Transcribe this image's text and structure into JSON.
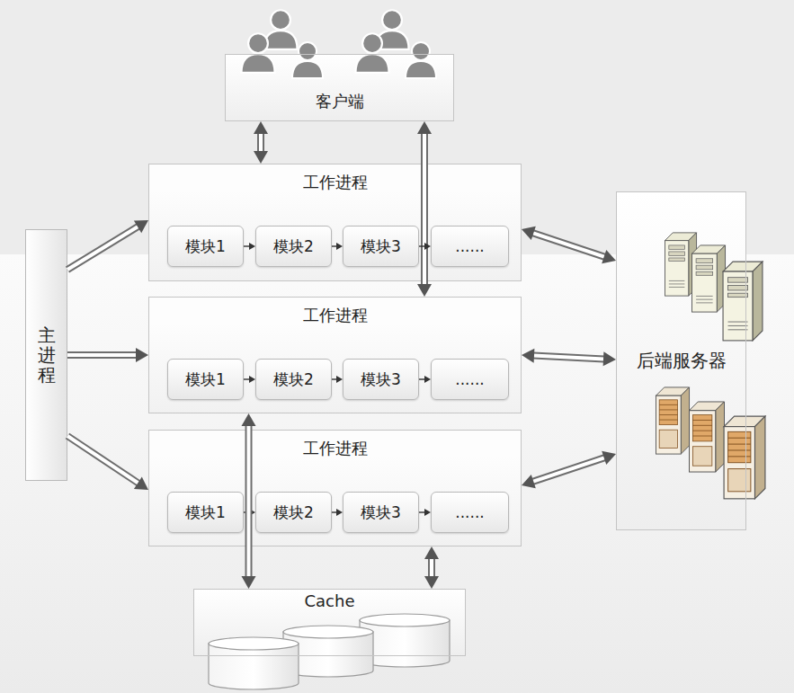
{
  "diagram": {
    "nodes": [
      {
        "text": [
          "客户端"
        ]
      },
      {
        "text": [
          "主进程"
        ]
      },
      {
        "text": [
          "工作进程"
        ]
      },
      {
        "text": [
          "模块1"
        ],
        "in": 2
      },
      {
        "text": [
          "模块2"
        ],
        "in": 2
      },
      {
        "text": [
          "模块3"
        ],
        "in": 2
      },
      {
        "text": [
          "......"
        ],
        "in": 2
      },
      {
        "text": [
          "工作进程"
        ]
      },
      {
        "text": [
          "模块1"
        ],
        "in": 7
      },
      {
        "text": [
          "模块2"
        ],
        "in": 7
      },
      {
        "text": [
          "模块3"
        ],
        "in": 7
      },
      {
        "text": [
          "......"
        ],
        "in": 7
      },
      {
        "text": [
          "工作进程"
        ]
      },
      {
        "text": [
          "模块1"
        ],
        "in": 12
      },
      {
        "text": [
          "模块2"
        ],
        "in": 12
      },
      {
        "text": [
          "模块3"
        ],
        "in": 12
      },
      {
        "text": [
          "......"
        ],
        "in": 12
      },
      {
        "text": [
          "后端服务器"
        ]
      },
      {
        "text": [
          "Cache"
        ]
      }
    ],
    "edges": [
      {
        "from": 0,
        "to": 2,
        "arrow": "both"
      },
      {
        "from": 0,
        "to": 7,
        "arrow": "both"
      },
      {
        "from": 1,
        "to": 2,
        "arrow": "to"
      },
      {
        "from": 1,
        "to": 7,
        "arrow": "to"
      },
      {
        "from": 1,
        "to": 12,
        "arrow": "to"
      },
      {
        "from": 3,
        "to": 4,
        "arrow": "to"
      },
      {
        "from": 4,
        "to": 5,
        "arrow": "to"
      },
      {
        "from": 5,
        "to": 6,
        "arrow": "to"
      },
      {
        "from": 8,
        "to": 9,
        "arrow": "to"
      },
      {
        "from": 9,
        "to": 10,
        "arrow": "to"
      },
      {
        "from": 10,
        "to": 11,
        "arrow": "to"
      },
      {
        "from": 13,
        "to": 14,
        "arrow": "to"
      },
      {
        "from": 14,
        "to": 15,
        "arrow": "to"
      },
      {
        "from": 15,
        "to": 16,
        "arrow": "to"
      },
      {
        "from": 2,
        "to": 17,
        "arrow": "both"
      },
      {
        "from": 7,
        "to": 17,
        "arrow": "both"
      },
      {
        "from": 12,
        "to": 17,
        "arrow": "both"
      },
      {
        "from": 7,
        "to": 18,
        "arrow": "both"
      },
      {
        "from": 12,
        "to": 18,
        "arrow": "both"
      }
    ]
  }
}
